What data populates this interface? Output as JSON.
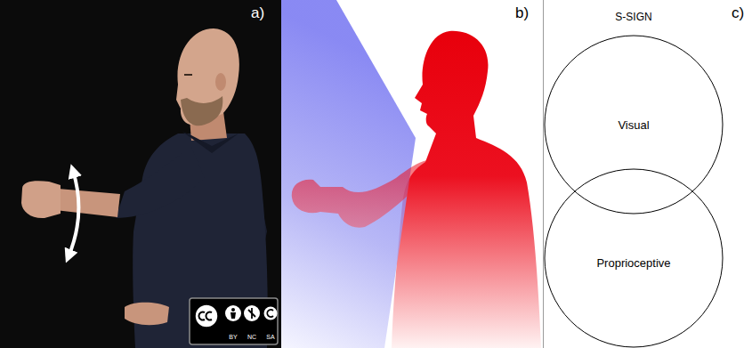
{
  "diagram": {
    "nodes": [
      {
        "text": [
          "Visual"
        ]
      },
      {
        "text": [
          "Proprioceptive"
        ]
      }
    ],
    "labels": [
      "a)",
      "b)",
      "c)",
      "S-SIGN",
      "BY",
      "NC",
      "SA"
    ]
  }
}
